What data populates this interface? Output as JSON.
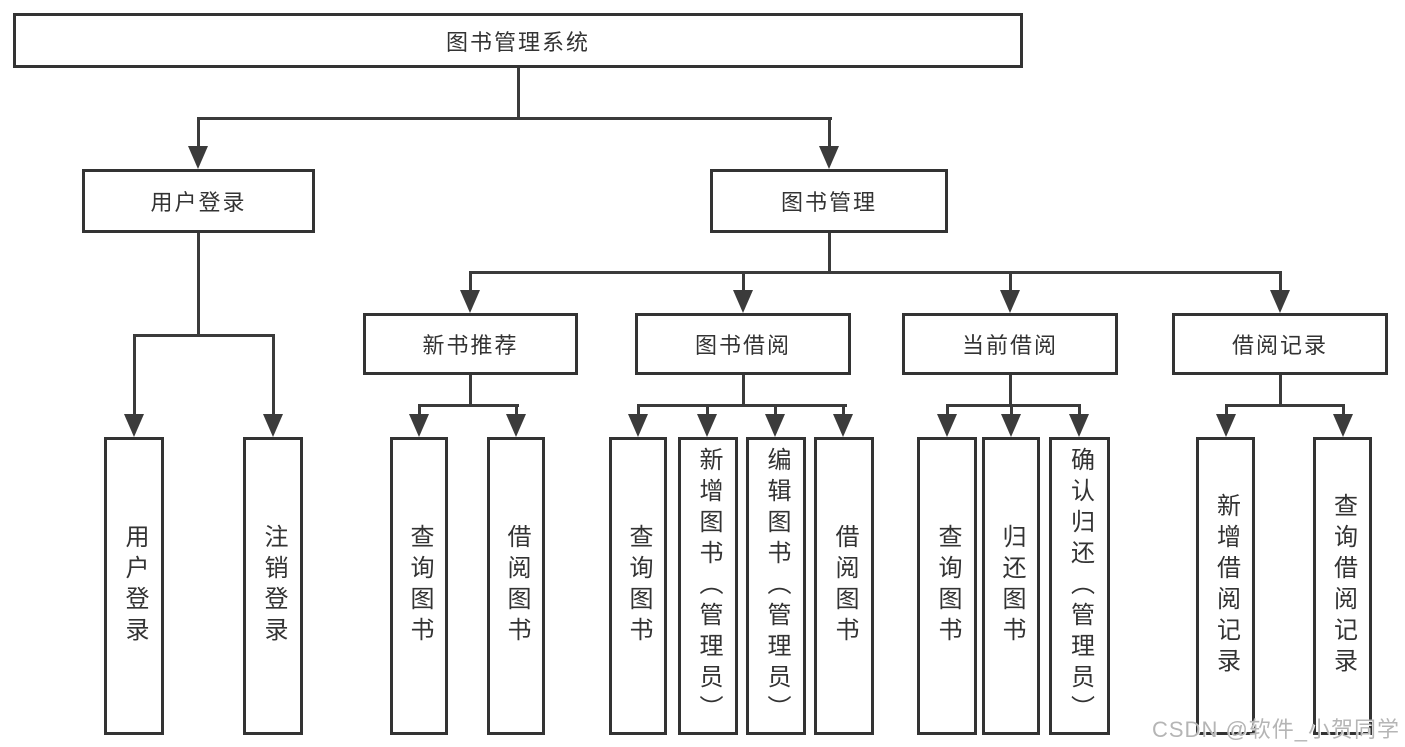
{
  "diagram": {
    "title": "图书管理系统",
    "level2": [
      {
        "label": "用户登录"
      },
      {
        "label": "图书管理"
      }
    ],
    "level3": [
      {
        "label": "新书推荐"
      },
      {
        "label": "图书借阅"
      },
      {
        "label": "当前借阅"
      },
      {
        "label": "借阅记录"
      }
    ],
    "leaves": {
      "user_login": [
        {
          "label": "用户登录"
        },
        {
          "label": "注销登录"
        }
      ],
      "new_book_recommend": [
        {
          "label": "查询图书"
        },
        {
          "label": "借阅图书"
        }
      ],
      "book_borrow": [
        {
          "label": "查询图书"
        },
        {
          "label": "新增图书（管理员）"
        },
        {
          "label": "编辑图书（管理员）"
        },
        {
          "label": "借阅图书"
        }
      ],
      "current_borrow": [
        {
          "label": "查询图书"
        },
        {
          "label": "归还图书"
        },
        {
          "label": "确认归还（管理员）"
        }
      ],
      "borrow_record": [
        {
          "label": "新增借阅记录"
        },
        {
          "label": "查询借阅记录"
        }
      ]
    },
    "watermark": "CSDN @软件_小贺同学",
    "colors": {
      "line": "#3b3b3b",
      "border": "#333333",
      "text": "#333333",
      "watermark": "#b5b5b5",
      "background": "#ffffff"
    }
  }
}
